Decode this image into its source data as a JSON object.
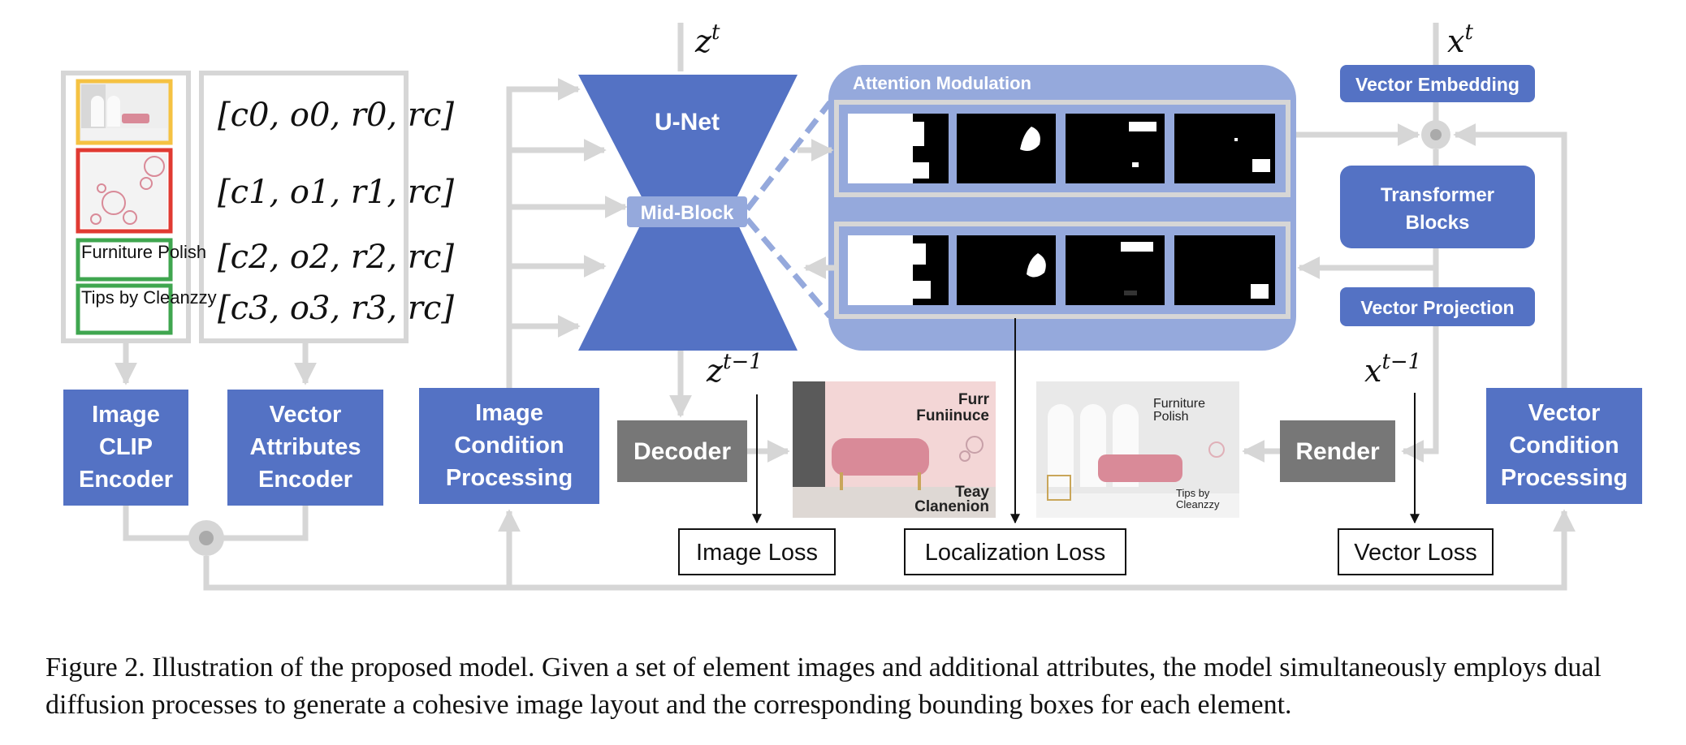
{
  "left_panel": {
    "element_labels": [
      "Furniture Polish",
      "Tips by Cleanzzy"
    ],
    "attributes": [
      "[c0, o0, r0, rc]",
      "[c1, o1, r1, rc]",
      "[c2, o2, r2, rc]",
      "[c3, o3, r3, rc]"
    ]
  },
  "encoders": {
    "image_clip": [
      "Image",
      "CLIP",
      "Encoder"
    ],
    "vector_attr": [
      "Vector",
      "Attributes",
      "Encoder"
    ],
    "image_condition": [
      "Image",
      "Condition",
      "Processing"
    ],
    "vector_condition": [
      "Vector",
      "Condition",
      "Processing"
    ]
  },
  "unet": {
    "title": "U-Net",
    "mid_block": "Mid-Block"
  },
  "symbols": {
    "z_t": "z",
    "z_t_sup": "t",
    "z_prev": "z",
    "z_prev_sup": "t−1",
    "x_t": "x",
    "x_t_sup": "t",
    "x_prev": "x",
    "x_prev_sup": "t−1"
  },
  "attention": {
    "title": "Attention Modulation"
  },
  "right_blocks": {
    "vector_embedding": "Vector Embedding",
    "transformer": [
      "Transformer",
      "Blocks"
    ],
    "vector_projection": "Vector Projection"
  },
  "decoder": "Decoder",
  "render": "Render",
  "losses": {
    "image": "Image Loss",
    "localization": "Localization Loss",
    "vector": "Vector Loss"
  },
  "generated_image": {
    "text_top": [
      "Furr",
      "Funiinuce"
    ],
    "text_bottom": [
      "Teay",
      "Clanenion"
    ]
  },
  "rendered_image": {
    "text_top": [
      "Furniture",
      "Polish"
    ],
    "text_bottom": [
      "Tips by",
      "Cleanzzy"
    ]
  },
  "caption": {
    "label": "Figure 2.",
    "text": "Illustration of the proposed model. Given a set of element images and additional attributes, the model simultaneously employs dual diffusion processes to generate a cohesive image layout and the corresponding bounding boxes for each element."
  },
  "colors": {
    "blue": "#5472c4",
    "light_blue": "#95a9dc",
    "gray": "#777777",
    "line": "#d6d6d6",
    "yellow": "#f5c242",
    "red": "#e03a32",
    "green": "#3fa64f"
  }
}
